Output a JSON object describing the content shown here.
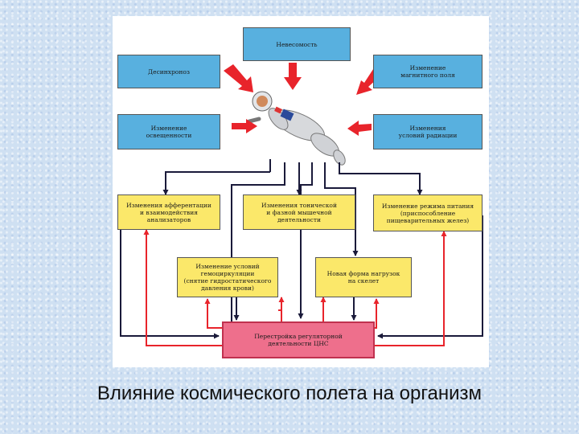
{
  "diagram": {
    "top_factors": {
      "weightlessness": "Невесомость",
      "desynchronosis": "Десинхроноз",
      "magnetic_field": "Изменение\nмагнитного поля",
      "illumination": "Изменение\nосвещенности",
      "radiation": "Изменения\nусловий радиации"
    },
    "effects": {
      "afferentation": "Изменения афферентации\nи взаимодействия\nанализаторов",
      "muscle_activity": "Изменения тонической\nи фазной мышечной\nдеятельности",
      "nutrition": "Изменение режима питания\n(приспособление\nпищеварительных желез)",
      "hemocirculation": "Изменение условий\nгемоциркуляции\n(снятие гидростатического\nдавления крови)",
      "skeleton_load": "Новая форма нагрузок\nна скелет"
    },
    "cns": "Перестройка регуляторной\nдеятельности ЦНС"
  },
  "caption": "Влияние космического полета на организм",
  "colors": {
    "factor_box": "#58b0df",
    "effect_box": "#fbe86a",
    "cns_box": "#ee6f8c",
    "cause_arrow": "#e8242b",
    "flow_arrow": "#1a1a3a",
    "feedback_arrow": "#e8242b"
  }
}
